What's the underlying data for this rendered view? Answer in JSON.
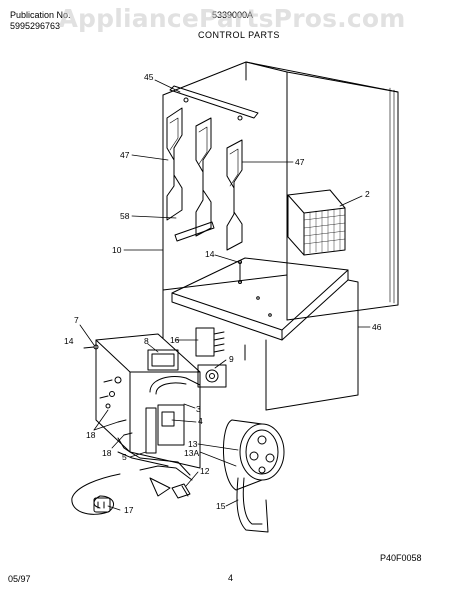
{
  "header": {
    "publication_label": "Publication No.",
    "publication_number": "5995296763",
    "model": "5339000A",
    "section_title": "CONTROL PARTS"
  },
  "watermark": "AppliancePartsPros.com",
  "callouts": [
    "45",
    "47",
    "47",
    "2",
    "58",
    "10",
    "14",
    "46",
    "7",
    "14",
    "8",
    "16",
    "9",
    "3",
    "4",
    "18",
    "18",
    "5",
    "13",
    "13A",
    "12",
    "17",
    "15"
  ],
  "figure_code": "P40F0058",
  "footer": {
    "date": "05/97",
    "page": "4"
  }
}
